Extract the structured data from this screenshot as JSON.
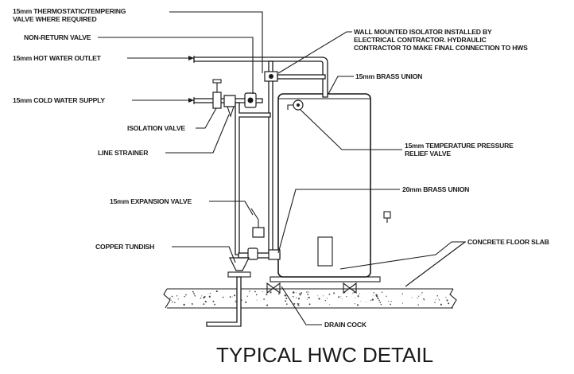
{
  "title": "TYPICAL HWC DETAIL",
  "labels": {
    "thermostatic_1": "15mm THERMOSTATIC/TEMPERING",
    "thermostatic_2": "VALVE WHERE REQUIRED",
    "non_return": "NON-RETURN VALVE",
    "hot_outlet": "15mm HOT WATER OUTLET",
    "cold_supply": "15mm COLD WATER SUPPLY",
    "isolation": "ISOLATION VALVE",
    "strainer": "LINE STRAINER",
    "expansion": "15mm EXPANSION VALVE",
    "tundish": "COPPER TUNDISH",
    "isolator_1": "WALL MOUNTED ISOLATOR INSTALLED BY",
    "isolator_2": "ELECTRICAL CONTRACTOR. HYDRAULIC",
    "isolator_3": "CONTRACTOR TO MAKE FINAL CONNECTION TO HWS",
    "brass_union_15": "15mm BRASS UNION",
    "tpr_1": "15mm TEMPERATURE PRESSURE",
    "tpr_2": "RELIEF VALVE",
    "brass_union_20": "20mm BRASS UNION",
    "slab": "CONCRETE FLOOR SLAB",
    "drain_cock": "DRAIN COCK"
  }
}
